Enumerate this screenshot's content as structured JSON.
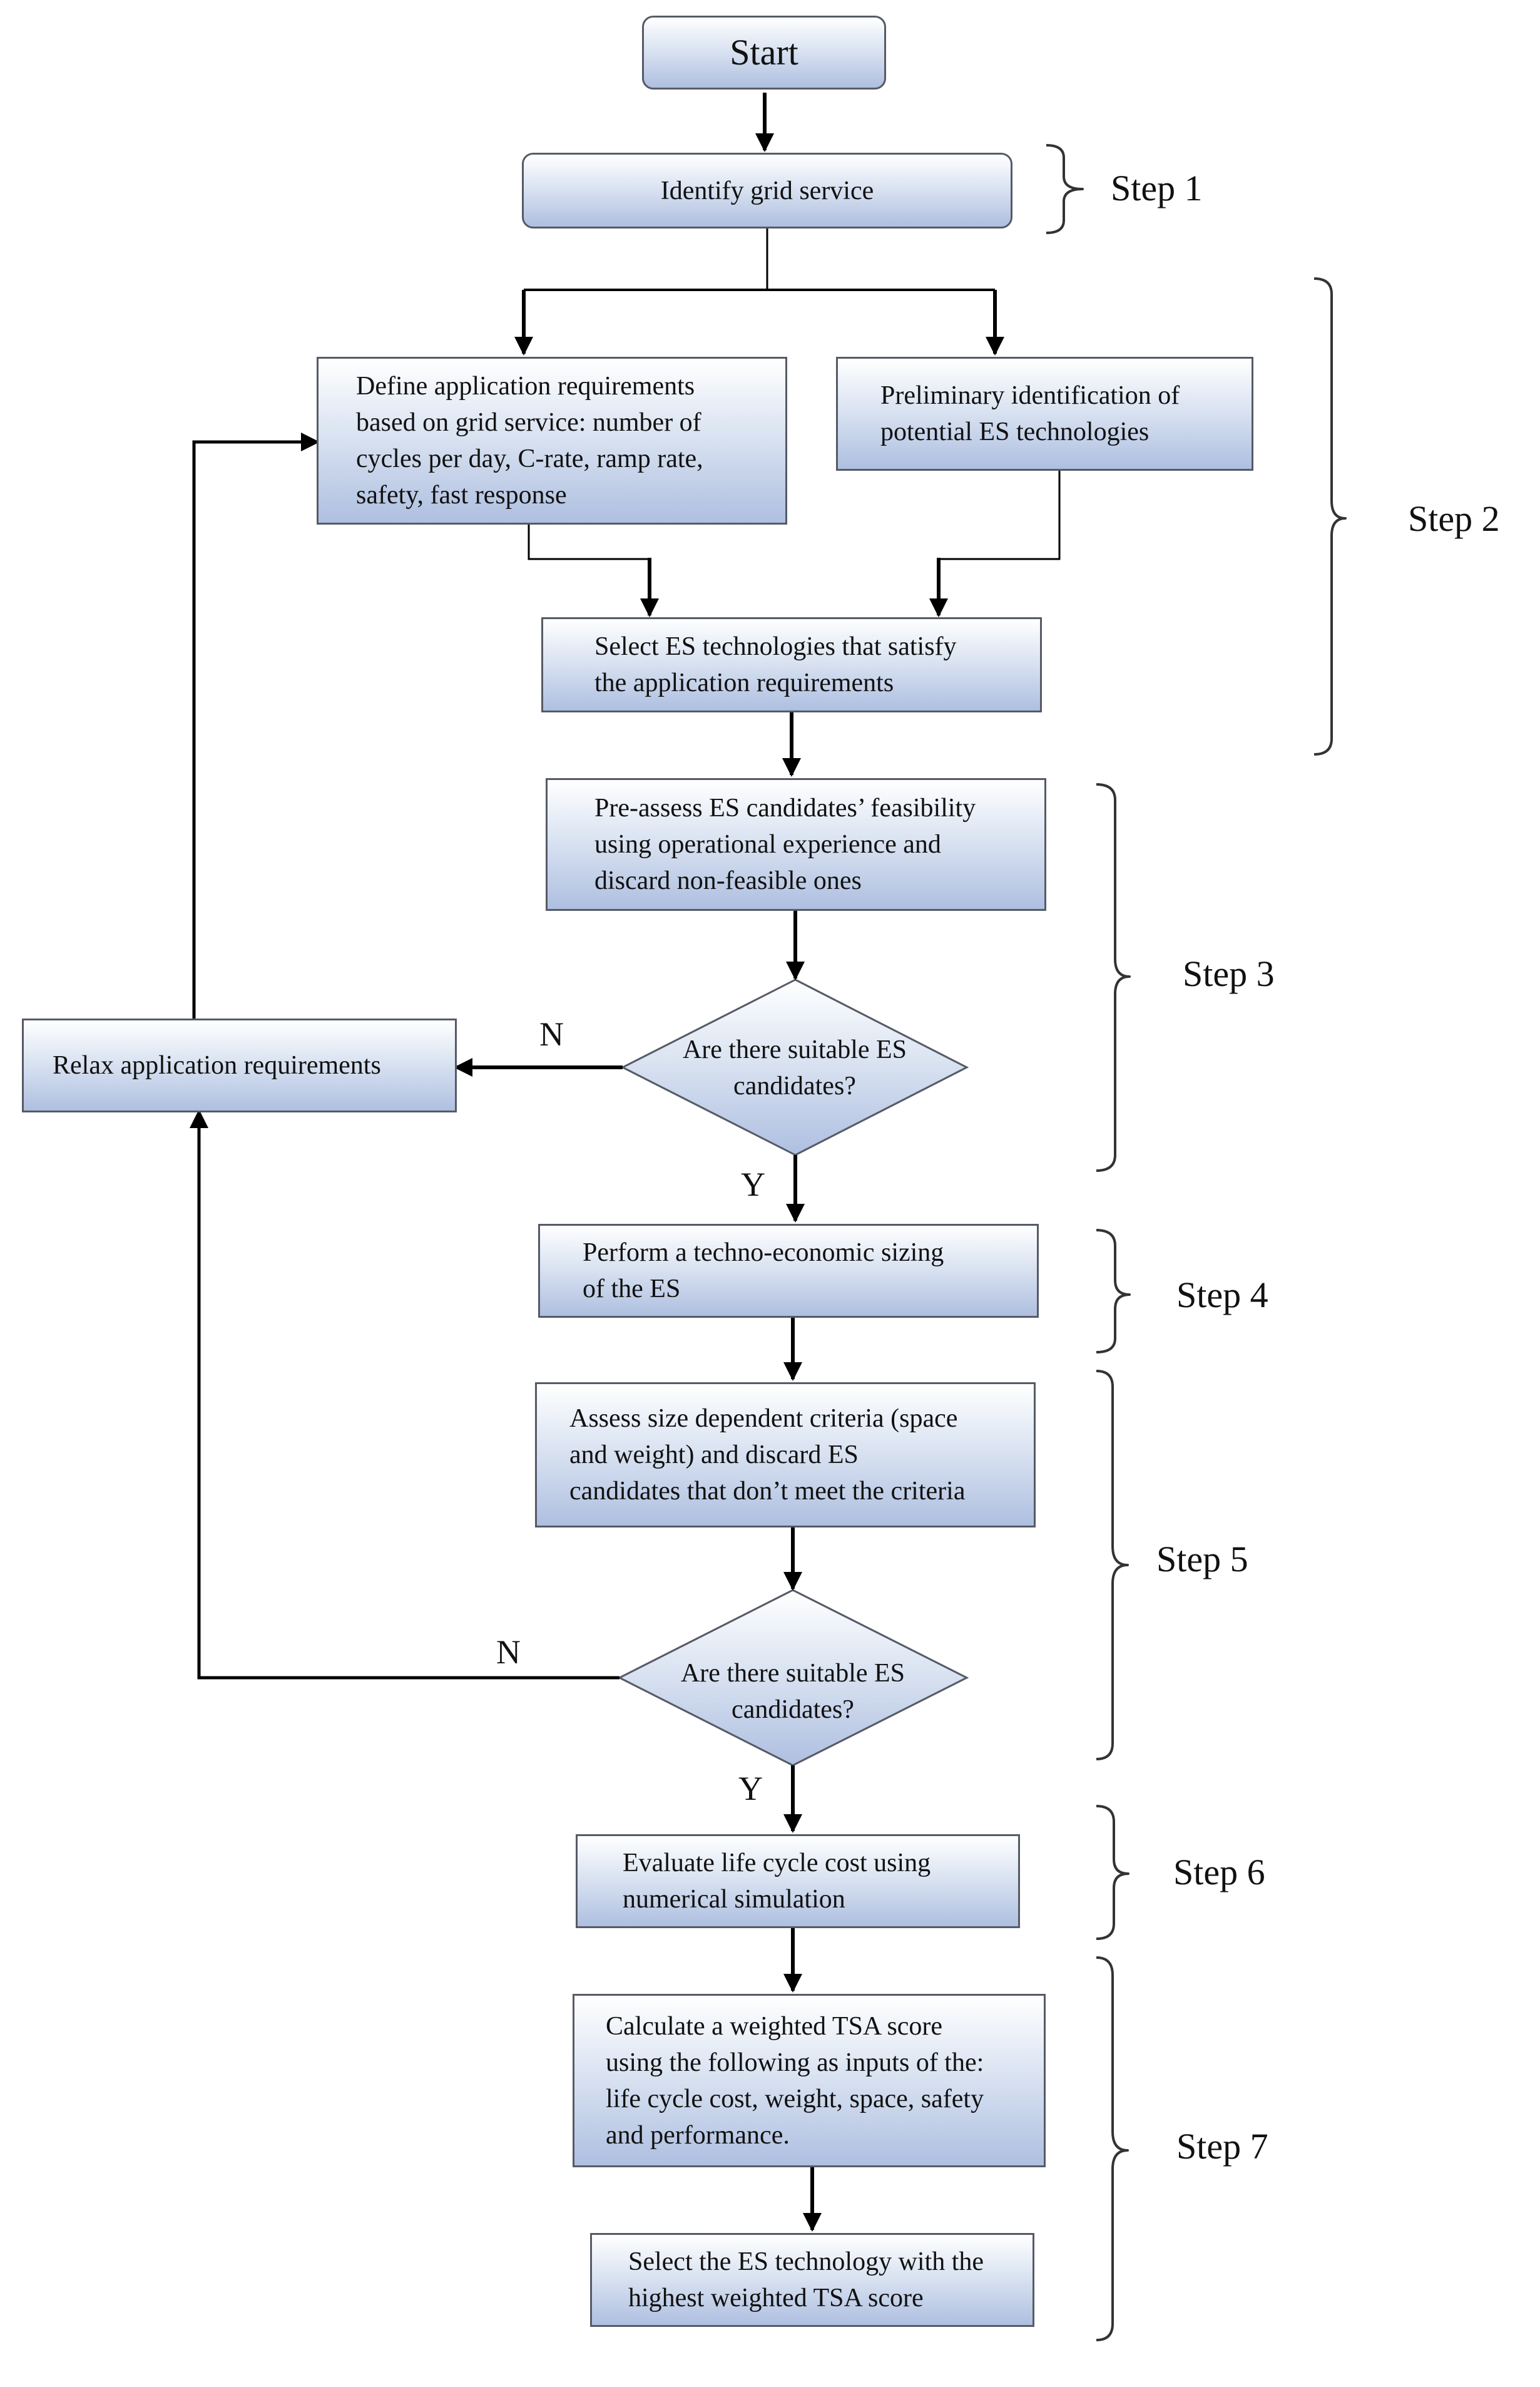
{
  "nodes": {
    "start": {
      "label": "Start"
    },
    "identify": {
      "label": "Identify grid service"
    },
    "define": {
      "lines": [
        "Define application requirements",
        "based on grid service: number of",
        "cycles per day, C-rate, ramp rate,",
        "safety, fast response"
      ]
    },
    "preliminary": {
      "lines": [
        "Preliminary identification of",
        "potential ES technologies"
      ]
    },
    "select_es": {
      "lines": [
        "Select ES technologies that satisfy",
        "the application requirements"
      ]
    },
    "pre_assess": {
      "lines": [
        "Pre-assess ES candidates’ feasibility",
        "using operational experience and",
        "discard non-feasible ones"
      ]
    },
    "decision1": {
      "lines": [
        "Are there suitable ES",
        "candidates?"
      ]
    },
    "relax": {
      "label": "Relax application requirements"
    },
    "sizing": {
      "lines": [
        "Perform a techno-economic sizing",
        "of the ES"
      ]
    },
    "assess_size": {
      "lines": [
        "Assess size dependent criteria (space",
        "and weight) and discard ES",
        "candidates that don’t meet the criteria"
      ]
    },
    "decision2": {
      "lines": [
        "Are there suitable ES",
        "candidates?"
      ]
    },
    "lcc": {
      "lines": [
        "Evaluate life cycle cost using",
        "numerical simulation"
      ]
    },
    "tsa": {
      "lines": [
        "Calculate a weighted TSA score",
        "using the following as inputs of the:",
        "life cycle cost, weight, space, safety",
        "and performance."
      ]
    },
    "final": {
      "lines": [
        "Select the ES technology with the",
        "highest weighted TSA score"
      ]
    }
  },
  "edge_labels": {
    "no": "N",
    "yes": "Y"
  },
  "steps": [
    "Step 1",
    "Step 2",
    "Step 3",
    "Step 4",
    "Step 5",
    "Step 6",
    "Step 7"
  ],
  "colors": {
    "box_top": "#ffffff",
    "box_bottom": "#aebfe0",
    "box_border": "#555a66",
    "line": "#000000"
  }
}
